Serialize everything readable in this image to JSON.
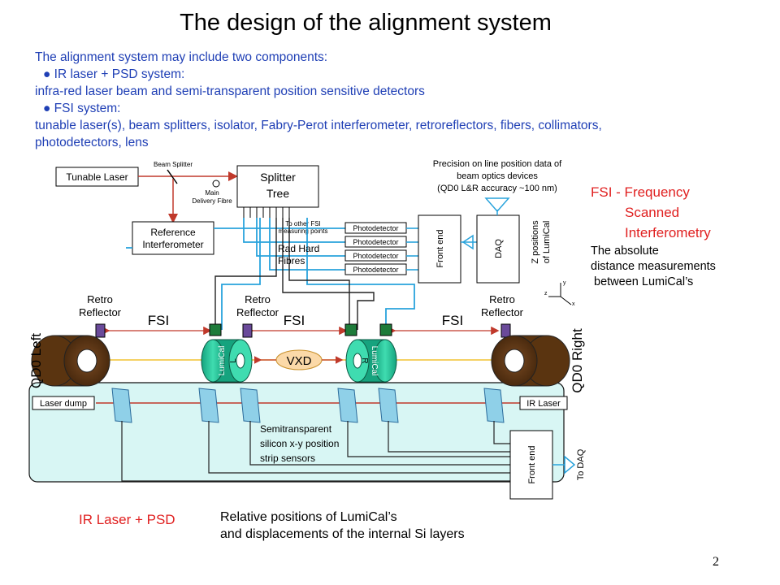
{
  "title": "The design of the alignment system",
  "intro": {
    "line1": "The alignment system may include two components:",
    "bullet1": "●  IR laser + PSD system:",
    "line2": "infra-red laser beam and semi-transparent position sensitive detectors",
    "bullet2": "●  FSI  system:",
    "line3": "tunable laser(s),   beam splitters, isolator, Fabry-Perot interferometer, retroreflectors,  fibers, collimators,",
    "line4": "photodetectors, lens"
  },
  "fsi_legend": {
    "line1": "FSI - Frequency",
    "line2": "Scanned",
    "line3": "Interferometry",
    "desc1": "The absolute",
    "desc2": "distance measurements",
    "desc3": " between LumiCal’s"
  },
  "diagram": {
    "tunable_laser": "Tunable Laser",
    "beam_splitter": "Beam Splitter",
    "main_fibre_1": "Main",
    "main_fibre_2": "Delivery Fibre",
    "splitter_1": "Splitter",
    "splitter_2": "Tree",
    "ref_1": "Reference",
    "ref_2": "Interferometer",
    "other_fsi_1": "To other FSI",
    "other_fsi_2": "measuring points",
    "rad_hard_1": "Rad Hard",
    "rad_hard_2": "Fibres",
    "photodetector": "Photodetector",
    "front_end": "Front end",
    "daq": "DAQ",
    "precision_1": "Precision on line position data of",
    "precision_2": "beam optics devices",
    "precision_3": "(QD0 L&R accuracy ~100 nm)",
    "zpos_1": "Z positions",
    "zpos_2": "of LumiCal",
    "retro_1": "Retro",
    "retro_2": "Reflector",
    "fsi": "FSI",
    "qd0_left": "QD0 Left",
    "qd0_right": "QD0 Right",
    "lumical": "LumiCal",
    "lumical_l": "L",
    "lumical_r": "R",
    "vxd": "VXD",
    "laser_dump": "Laser dump",
    "ir_laser": "IR Laser",
    "semi_1": "Semitransparent",
    "semi_2": "silicon x-y position",
    "semi_3": "strip sensors",
    "front_end_2": "Front end",
    "to_daq": "To DAQ",
    "axis_z": "z",
    "axis_y": "y",
    "axis_x": "x"
  },
  "ir_label": "IR Laser + PSD",
  "relative_1": "Relative positions of  LumiCal’s",
  "relative_2": "and displacements of the internal Si layers",
  "page_number": "2"
}
